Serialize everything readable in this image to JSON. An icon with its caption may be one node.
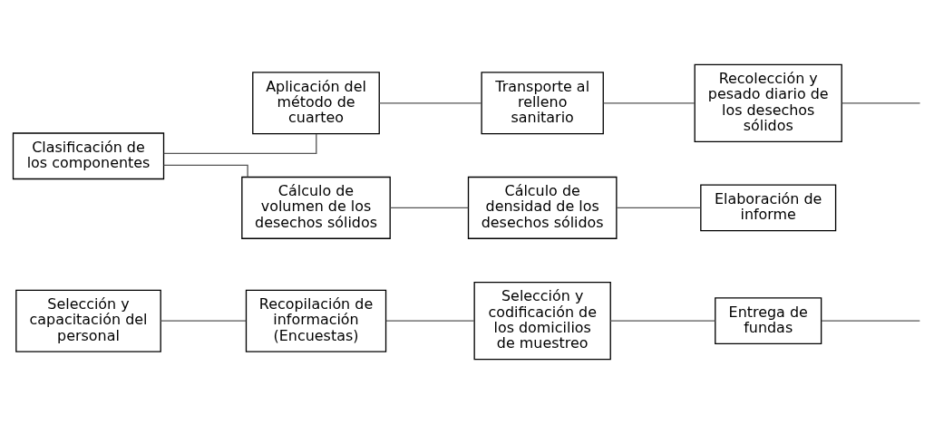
{
  "diagram": {
    "nodes": [
      {
        "text": [
          "Selección y capacitación del personal"
        ]
      },
      {
        "text": [
          "Recopilación de información (Encuestas)"
        ]
      },
      {
        "text": [
          "Selección y codificación de los domicilios de muestreo"
        ]
      },
      {
        "text": [
          "Entrega de fundas"
        ]
      },
      {
        "text": [
          "Clasificación de los componentes"
        ]
      },
      {
        "text": [
          "Aplicación del método de cuarteo"
        ]
      },
      {
        "text": [
          "Transporte al relleno sanitario"
        ]
      },
      {
        "text": [
          "Recolección y pesado diario de los desechos sólidos"
        ]
      },
      {
        "text": [
          "Cálculo de volumen de los desechos sólidos"
        ]
      },
      {
        "text": [
          "Cálculo de densidad de los desechos sólidos"
        ]
      },
      {
        "text": [
          "Elaboración de informe"
        ]
      }
    ],
    "edges": [
      {
        "from": 0,
        "to": 1,
        "arrow": "none"
      },
      {
        "from": 1,
        "to": 2,
        "arrow": "none"
      },
      {
        "from": 2,
        "to": 3,
        "arrow": "none"
      },
      {
        "from": 3,
        "to": null,
        "arrow": "none"
      },
      {
        "from": 4,
        "to": 5,
        "arrow": "none"
      },
      {
        "from": 5,
        "to": 6,
        "arrow": "none"
      },
      {
        "from": 6,
        "to": 7,
        "arrow": "none"
      },
      {
        "from": 7,
        "to": null,
        "arrow": "none"
      },
      {
        "from": 4,
        "to": 8,
        "arrow": "none"
      },
      {
        "from": 8,
        "to": 9,
        "arrow": "none"
      },
      {
        "from": 9,
        "to": 10,
        "arrow": "none"
      }
    ]
  }
}
